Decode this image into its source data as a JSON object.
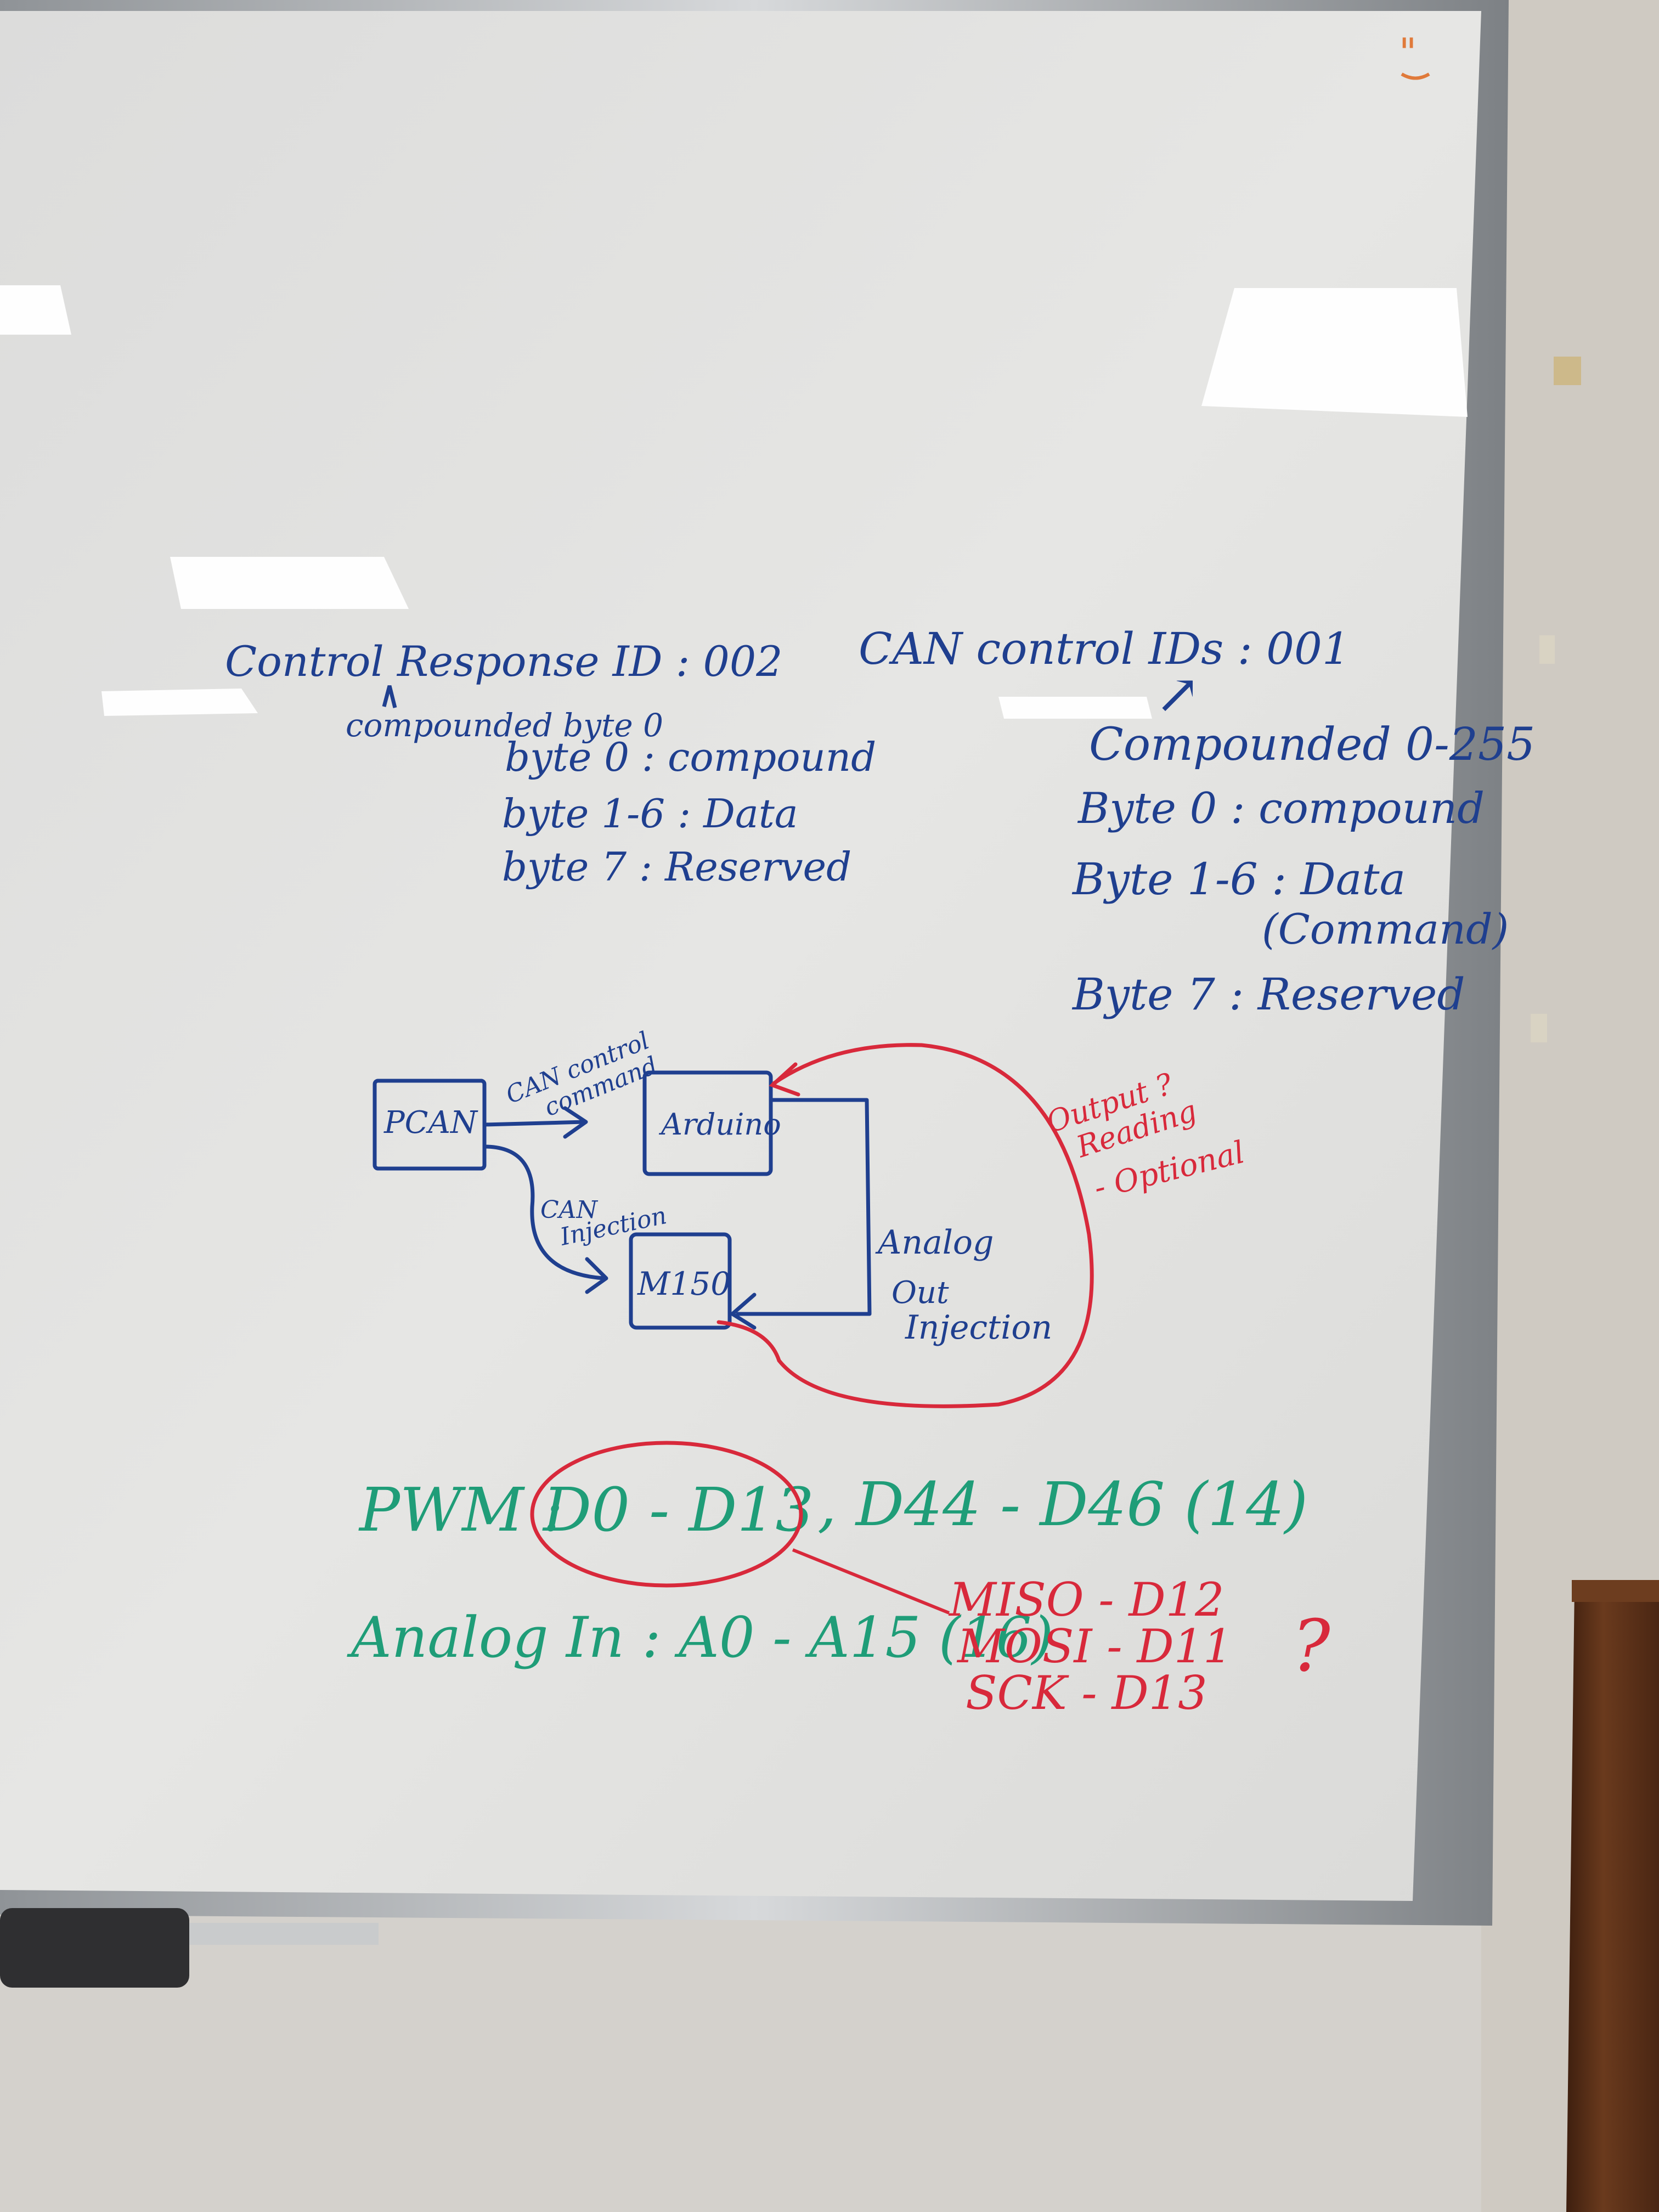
{
  "left_block": {
    "title": "Control Response ID : 002",
    "note": "compounded byte 0",
    "lines": [
      "byte 0 : compound",
      "byte 1-6 : Data",
      "byte 7 : Reserved"
    ]
  },
  "right_block": {
    "title": "CAN control IDs : 001",
    "arrow": "↗",
    "note": "Compounded 0-255",
    "lines": [
      "Byte 0 : compound",
      "Byte 1-6 : Data",
      "(Command)",
      "Byte 7 : Reserved"
    ]
  },
  "diagram": {
    "pcan": "PCAN",
    "arduino": "Arduino",
    "miso_box": "M150",
    "can_control_label": [
      "CAN control",
      "command"
    ],
    "can_injection_label": [
      "CAN",
      "Injection"
    ],
    "analog_label": [
      "Analog",
      "Out",
      "Injection"
    ],
    "output_reading": [
      "Output ?",
      "Reading",
      "- Optional"
    ]
  },
  "green_block": {
    "pwm_label": "PWM :",
    "pwm_circled": "D0 - D13",
    "pwm_rest": ", D44 - D46 (14)",
    "analog_in": "Analog In : A0 - A15 (16)"
  },
  "red_spi": {
    "lines": [
      "MISO - D12",
      "MOSI - D11",
      "SCK - D13"
    ],
    "mark": "?"
  },
  "corner_doodle": "\"",
  "colors": {
    "marker_blue": "#1f3f8f",
    "marker_red": "#d8293b",
    "marker_green": "#1f9d78",
    "board": "#e3e3e1",
    "frame": "#b9bcbe",
    "wood": "#5a3018"
  }
}
